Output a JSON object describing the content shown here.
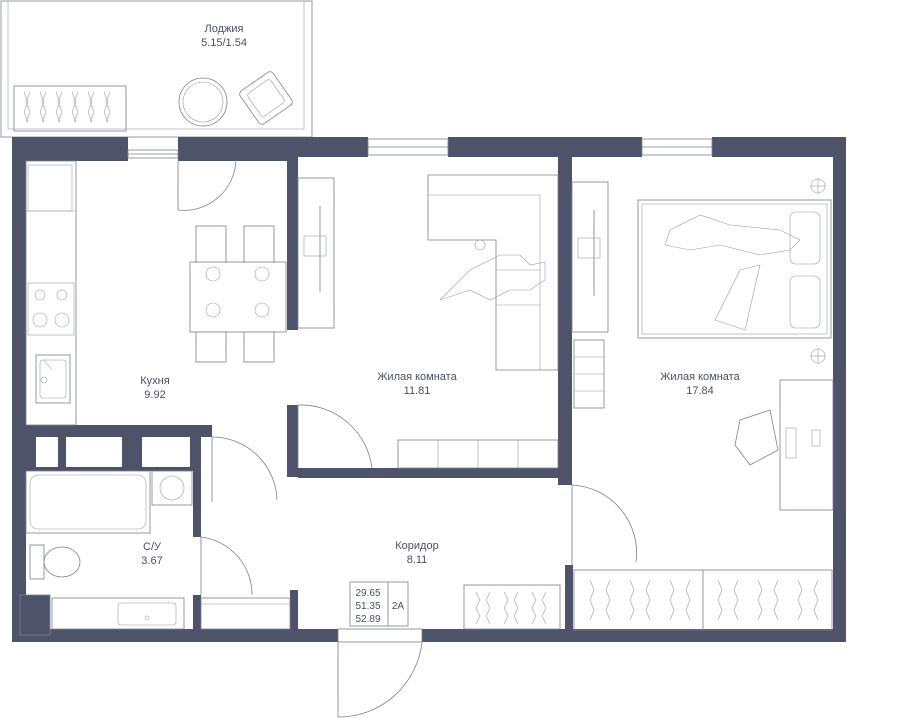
{
  "rooms": {
    "loggia": {
      "name": "Лоджия",
      "area": "5.15/1.54"
    },
    "kitchen": {
      "name": "Кухня",
      "area": "9.92"
    },
    "living1": {
      "name": "Жилая комната",
      "area": "11.81"
    },
    "living2": {
      "name": "Жилая комната",
      "area": "17.84"
    },
    "bathroom": {
      "name": "С/У",
      "area": "3.67"
    },
    "corridor": {
      "name": "Коридор",
      "area": "8.11"
    }
  },
  "summary": {
    "living_area": "29.65",
    "usable_area": "51.35",
    "total_area": "52.89",
    "type": "2А"
  },
  "colors": {
    "wall": "#4e5369",
    "line": "#7c8194",
    "text": "#4a5064"
  }
}
